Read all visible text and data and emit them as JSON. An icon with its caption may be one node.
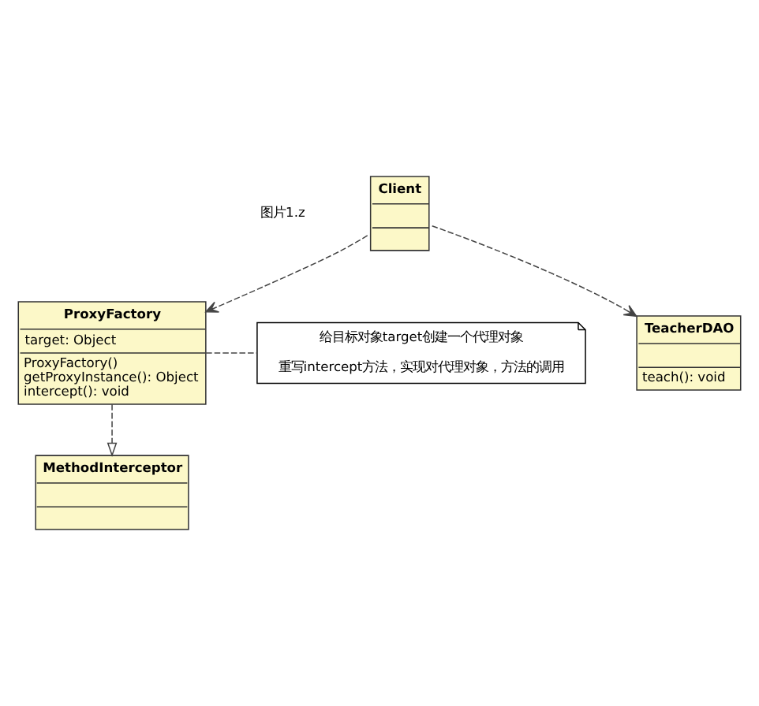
{
  "diagram": {
    "nodes": [
      {
        "text": [
          "MethodInterceptor"
        ]
      },
      {
        "text": [
          "ProxyFactory",
          "target: Object",
          "ProxyFactory()",
          "getProxyInstance(): Object",
          "intercept(): void"
        ]
      },
      {
        "text": [
          "给目标对象target创建一个代理对象",
          "重写intercept方法，实现对代理对象，方法的调用"
        ]
      },
      {
        "text": [
          "TeacherDAO",
          "teach(): void"
        ]
      },
      {
        "text": [
          "Client"
        ]
      }
    ],
    "edges": [
      {
        "from": 1,
        "to": 0,
        "arrow": "to",
        "style": "dashed"
      },
      {
        "from": 1,
        "to": 2,
        "arrow": "none",
        "style": "dashed"
      },
      {
        "from": 4,
        "to": 1,
        "arrow": "to",
        "style": "dashed"
      },
      {
        "from": 4,
        "to": 3,
        "arrow": "to",
        "style": "dashed"
      }
    ],
    "labels": [
      "图片1.z"
    ]
  }
}
